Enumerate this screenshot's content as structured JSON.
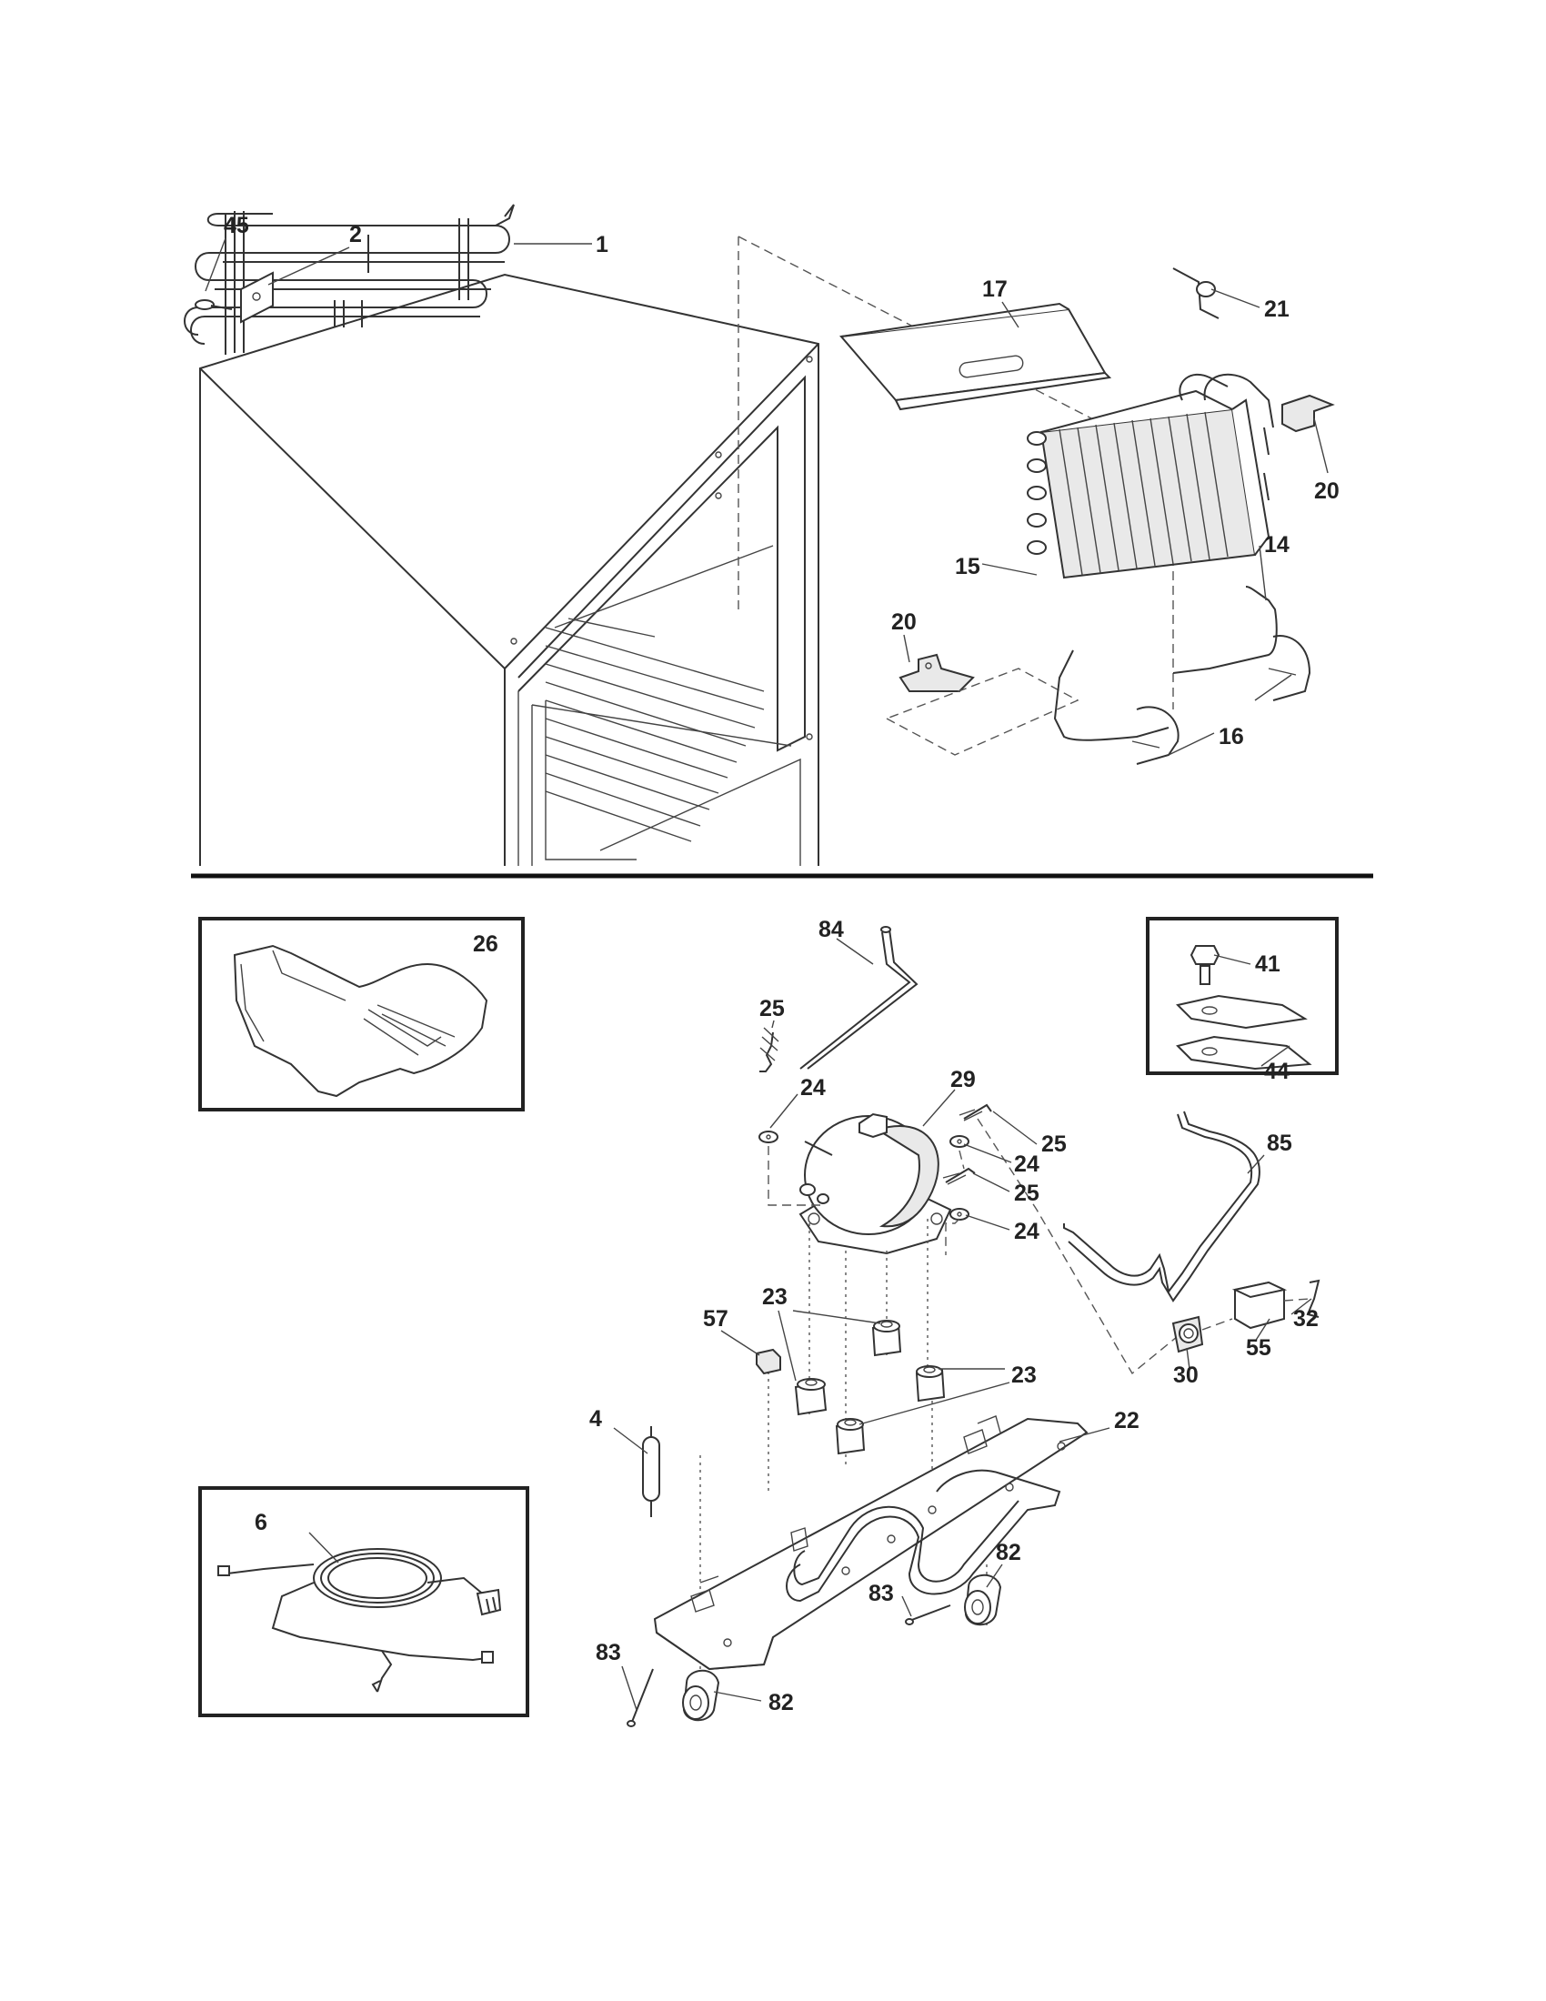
{
  "diagram": {
    "callouts": [
      {
        "id": "c45a",
        "text": "45"
      },
      {
        "id": "c2",
        "text": "2"
      },
      {
        "id": "c1",
        "text": "1"
      },
      {
        "id": "c17",
        "text": "17"
      },
      {
        "id": "c21",
        "text": "21"
      },
      {
        "id": "c20a",
        "text": "20"
      },
      {
        "id": "c14",
        "text": "14"
      },
      {
        "id": "c15",
        "text": "15"
      },
      {
        "id": "c20b",
        "text": "20"
      },
      {
        "id": "c16",
        "text": "16"
      },
      {
        "id": "c26",
        "text": "26"
      },
      {
        "id": "c84",
        "text": "84"
      },
      {
        "id": "c25a",
        "text": "25"
      },
      {
        "id": "c24a",
        "text": "24"
      },
      {
        "id": "c29",
        "text": "29"
      },
      {
        "id": "c25b",
        "text": "25"
      },
      {
        "id": "c24b",
        "text": "24"
      },
      {
        "id": "c25c",
        "text": "25"
      },
      {
        "id": "c24c",
        "text": "24"
      },
      {
        "id": "c41",
        "text": "41"
      },
      {
        "id": "c44",
        "text": "44"
      },
      {
        "id": "c85",
        "text": "85"
      },
      {
        "id": "c23a",
        "text": "23"
      },
      {
        "id": "c57",
        "text": "57"
      },
      {
        "id": "c23b",
        "text": "23"
      },
      {
        "id": "c32",
        "text": "32"
      },
      {
        "id": "c55",
        "text": "55"
      },
      {
        "id": "c30",
        "text": "30"
      },
      {
        "id": "c4",
        "text": "4"
      },
      {
        "id": "c22",
        "text": "22"
      },
      {
        "id": "c6",
        "text": "6"
      },
      {
        "id": "c82a",
        "text": "82"
      },
      {
        "id": "c83a",
        "text": "83"
      },
      {
        "id": "c83b",
        "text": "83"
      },
      {
        "id": "c82b",
        "text": "82"
      }
    ]
  }
}
